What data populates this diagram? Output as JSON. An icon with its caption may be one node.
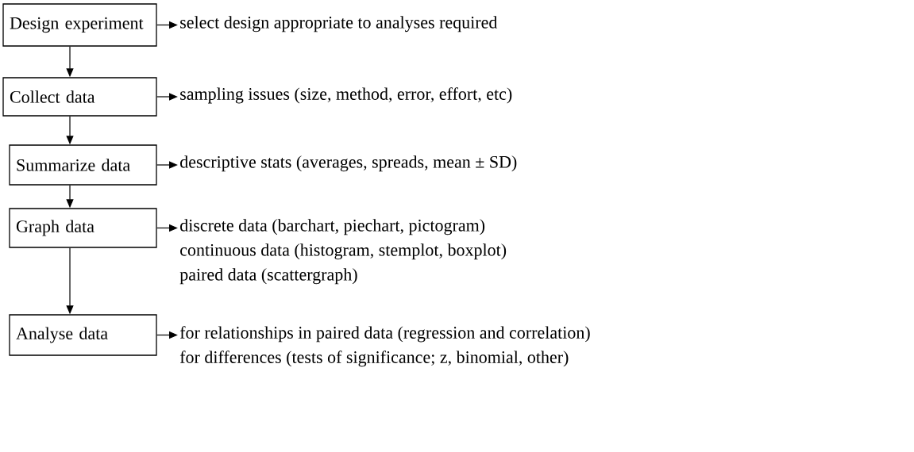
{
  "diagram": {
    "nodes": [
      {
        "text": [
          "Design experiment"
        ]
      },
      {
        "text": [
          "Collect data"
        ]
      },
      {
        "text": [
          "Summarize data"
        ]
      },
      {
        "text": [
          "Graph data"
        ]
      },
      {
        "text": [
          "Analyse data"
        ]
      },
      {
        "text": [
          "select design appropriate to analyses required"
        ]
      },
      {
        "text": [
          "sampling issues (size, method, error, effort, etc)"
        ]
      },
      {
        "text": [
          "descriptive stats (averages, spreads, mean ± SD)"
        ]
      },
      {
        "text": [
          "discrete data (barchart, piechart, pictogram)",
          "continuous data (histogram, stemplot, boxplot)",
          "paired data (scattergraph)"
        ]
      },
      {
        "text": [
          "for relationships in paired data (regression and correlation)",
          "for differences (tests of significance; z, binomial, other)"
        ]
      }
    ],
    "edges": [
      {
        "from": 0,
        "to": 1,
        "arrow": "to"
      },
      {
        "from": 1,
        "to": 2,
        "arrow": "to"
      },
      {
        "from": 2,
        "to": 3,
        "arrow": "to"
      },
      {
        "from": 3,
        "to": 4,
        "arrow": "to"
      },
      {
        "from": 0,
        "to": 5,
        "arrow": "to"
      },
      {
        "from": 1,
        "to": 6,
        "arrow": "to"
      },
      {
        "from": 2,
        "to": 7,
        "arrow": "to"
      },
      {
        "from": 3,
        "to": 8,
        "arrow": "to"
      },
      {
        "from": 4,
        "to": 9,
        "arrow": "to"
      }
    ]
  }
}
